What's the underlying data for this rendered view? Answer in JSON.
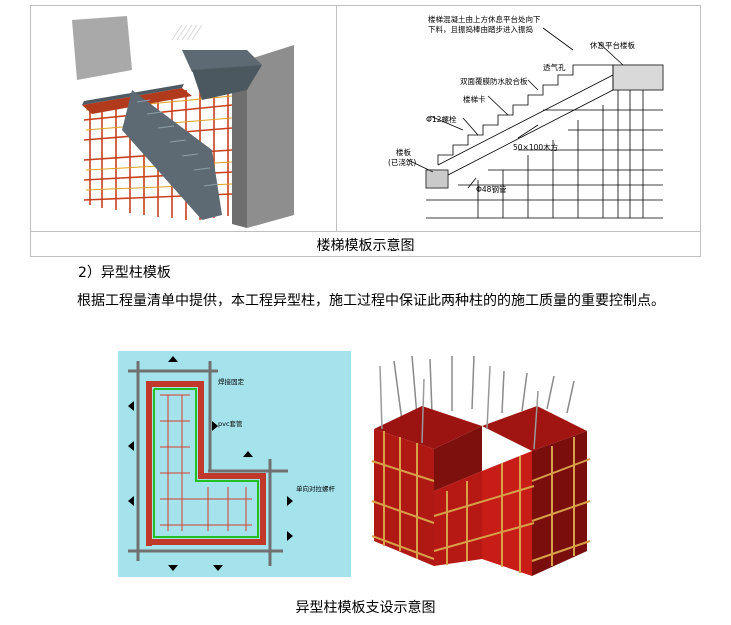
{
  "stair_figure": {
    "caption": "楼梯模板示意图",
    "labels": {
      "top_note_1": "楼梯混凝土由上方休息平台处向下",
      "top_note_2": "下料，且振捣棒由踏步进入振捣",
      "landing": "休息平台楼板",
      "vent_hole": "透气孔",
      "plywood": "双面覆膜防水胶合板",
      "step_form": "楼梯卡",
      "bolt": "Φ12螺栓",
      "timber": "50×100木方",
      "floor_slab_1": "楼板",
      "floor_slab_2": "(已浇筑)",
      "steel_pipe": "Φ48钢管"
    }
  },
  "heading": "2）异型柱模板",
  "paragraph": "根据工程量清单中提供，本工程异型柱，施工过程中保证此两种柱的的施工质量的重要控制点。",
  "column_figure": {
    "caption": "异型柱模板支设示意图",
    "labels": {
      "welded_fixing": "焊接固定",
      "pvc_pipe": "pvc套管",
      "tie_bolt": "单向对拉螺杆"
    }
  }
}
